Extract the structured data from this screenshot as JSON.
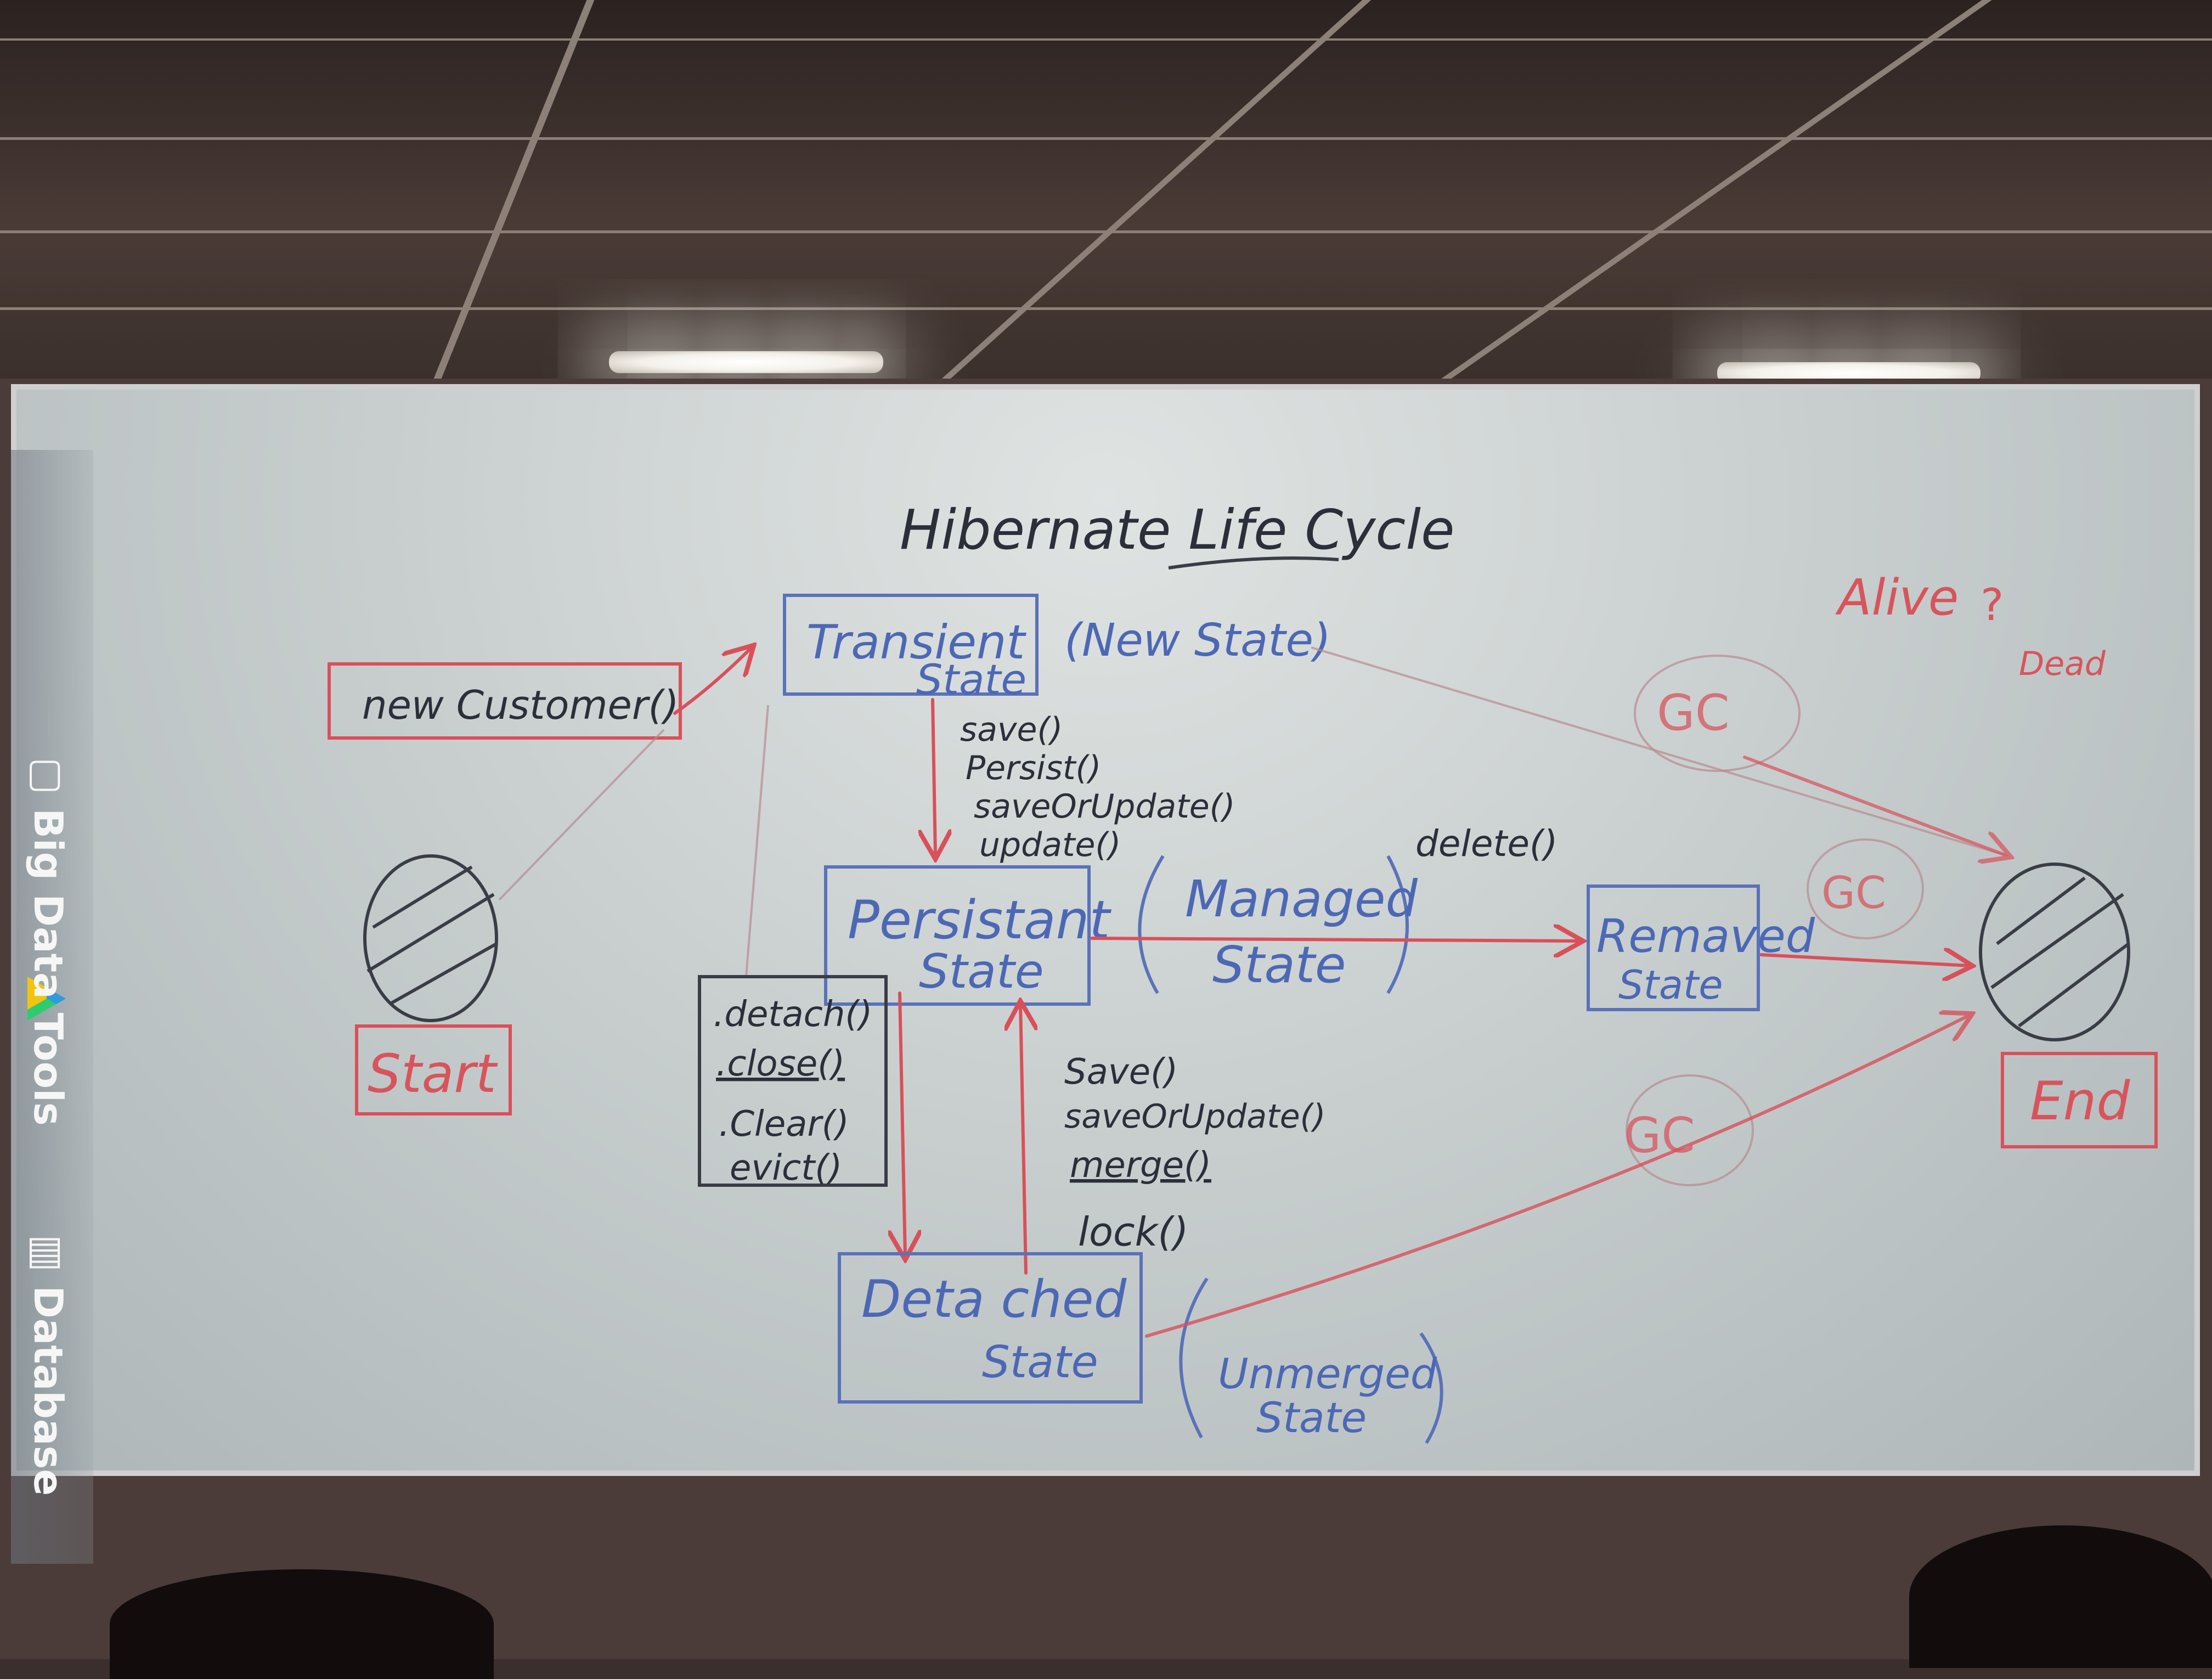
{
  "board": {
    "title": "Hibernate Life Cycle",
    "alive": "Alive",
    "question": "?",
    "dead": "Dead"
  },
  "states": {
    "transient": {
      "line1": "Transient",
      "line2": "State",
      "note": "(New State)"
    },
    "persistent": {
      "line1": "Persistant",
      "line2": "State",
      "note_line1": "Managed",
      "note_line2": "State"
    },
    "removed": {
      "line1": "Remaved",
      "line2": "State"
    },
    "detached": {
      "line1": "Deta ched",
      "line2": "State",
      "note_line1": "Unmerged",
      "note_line2": "State"
    }
  },
  "nodes": {
    "constructor": "new Customer()",
    "start": "Start",
    "end": "End"
  },
  "transitions": {
    "to_persistent": [
      "save()",
      "Persist()",
      "saveOrUpdate()",
      "update()"
    ],
    "to_removed": "delete()",
    "to_detached": [
      ".detach()",
      ".close()",
      ".Clear()",
      "evict()"
    ],
    "from_detached": [
      "Save()",
      "saveOrUpdate()",
      "merge()",
      "lock()"
    ],
    "gc": [
      "GC",
      "GC",
      "GC"
    ]
  },
  "projection": {
    "item1": "Big Data Tools",
    "item2": "Database"
  },
  "colors": {
    "ink_red": "#d9505a",
    "ink_blue": "#5a72b8",
    "ink_dark": "#2b2f3a",
    "board": "#cfd4d4"
  }
}
